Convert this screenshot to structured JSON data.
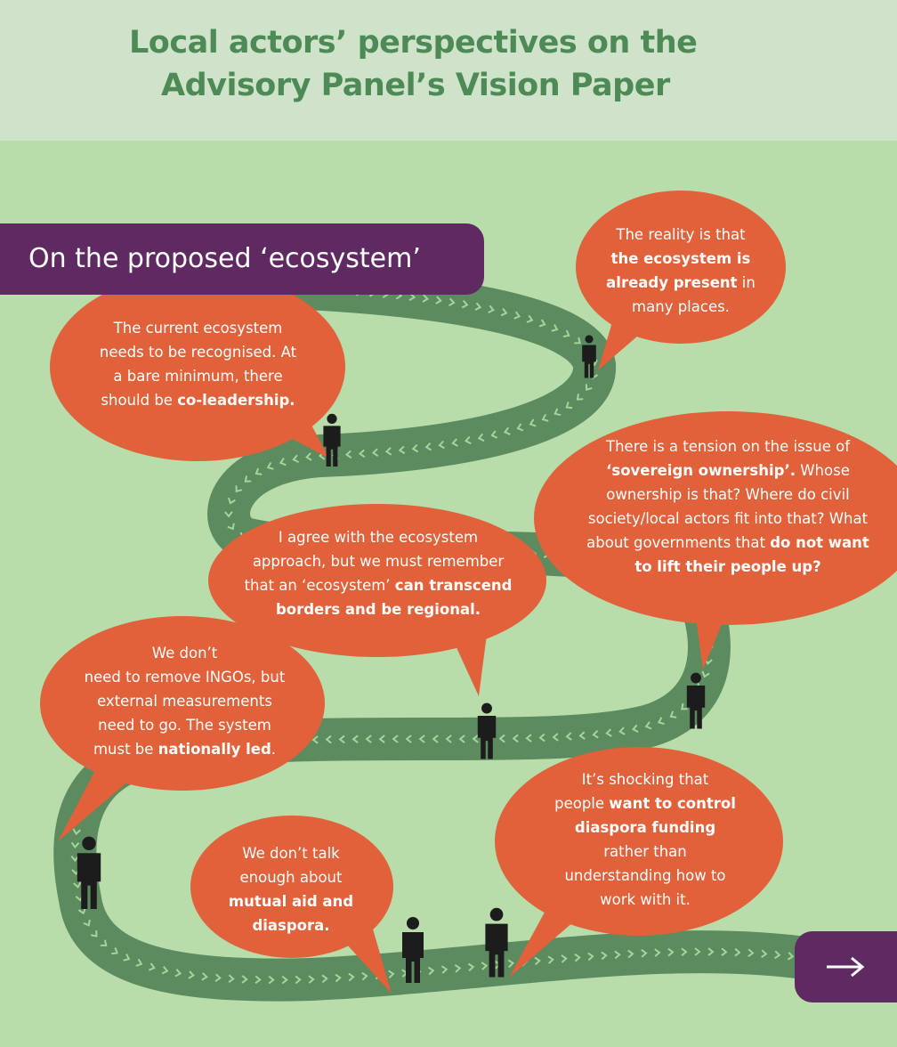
{
  "header": {
    "title_line1": "Local actors’ perspectives on the",
    "title_line2": "Advisory Panel’s Vision Paper"
  },
  "section": {
    "label": "On the proposed ‘ecosystem’"
  },
  "quotes": [
    {
      "id": "reality",
      "lines": [
        [
          {
            "t": "The reality is that"
          }
        ],
        [
          {
            "t": "the ecosystem is",
            "b": true
          }
        ],
        [
          {
            "t": "already present",
            "b": true
          },
          {
            "t": " in"
          }
        ],
        [
          {
            "t": "many places."
          }
        ]
      ]
    },
    {
      "id": "current-ecosystem",
      "lines": [
        [
          {
            "t": "The current ecosystem"
          }
        ],
        [
          {
            "t": "needs to be recognised. At"
          }
        ],
        [
          {
            "t": "a bare minimum, there"
          }
        ],
        [
          {
            "t": "should be "
          },
          {
            "t": "co-leadership.",
            "b": true
          }
        ]
      ]
    },
    {
      "id": "sovereign-ownership",
      "lines": [
        [
          {
            "t": "There is a tension on the issue of"
          }
        ],
        [
          {
            "t": "‘sovereign ownership’.",
            "b": true
          },
          {
            "t": " Whose"
          }
        ],
        [
          {
            "t": "ownership is that? Where do civil"
          }
        ],
        [
          {
            "t": "society/local actors fit into that? What"
          }
        ],
        [
          {
            "t": "about governments that "
          },
          {
            "t": "do not want",
            "b": true
          }
        ],
        [
          {
            "t": "to lift their people up?",
            "b": true
          }
        ]
      ]
    },
    {
      "id": "ecosystem-approach",
      "lines": [
        [
          {
            "t": "I agree with the ecosystem"
          }
        ],
        [
          {
            "t": "approach, but we must remember"
          }
        ],
        [
          {
            "t": "that an ‘ecosystem’ "
          },
          {
            "t": "can transcend",
            "b": true
          }
        ],
        [
          {
            "t": "borders and be regional.",
            "b": true
          }
        ]
      ]
    },
    {
      "id": "ingos",
      "lines": [
        [
          {
            "t": "We don’t"
          }
        ],
        [
          {
            "t": "need to remove INGOs, but"
          }
        ],
        [
          {
            "t": "external measurements"
          }
        ],
        [
          {
            "t": "need to go. The system"
          }
        ],
        [
          {
            "t": "must be "
          },
          {
            "t": "nationally led",
            "b": true
          },
          {
            "t": "."
          }
        ]
      ]
    },
    {
      "id": "diaspora-funding",
      "lines": [
        [
          {
            "t": "It’s shocking that"
          }
        ],
        [
          {
            "t": "people "
          },
          {
            "t": "want to control",
            "b": true
          }
        ],
        [
          {
            "t": "diaspora funding",
            "b": true
          }
        ],
        [
          {
            "t": "rather than"
          }
        ],
        [
          {
            "t": "understanding how to"
          }
        ],
        [
          {
            "t": "work with it."
          }
        ]
      ]
    },
    {
      "id": "mutual-aid",
      "lines": [
        [
          {
            "t": "We don’t talk"
          }
        ],
        [
          {
            "t": "enough about"
          }
        ],
        [
          {
            "t": "mutual aid and",
            "b": true
          }
        ],
        [
          {
            "t": "diaspora.",
            "b": true
          }
        ]
      ]
    }
  ],
  "icons": {
    "person": "person-icon",
    "next": "right-arrow-icon"
  },
  "colors": {
    "background": "#b8dcaa",
    "header_bg": "#cfe3cb",
    "title": "#4e8a55",
    "road": "#5b8b5e",
    "chevrons": "#a6d49a",
    "bubble": "#e0613a",
    "purple": "#5e2a61",
    "person": "#1c1c1c"
  }
}
